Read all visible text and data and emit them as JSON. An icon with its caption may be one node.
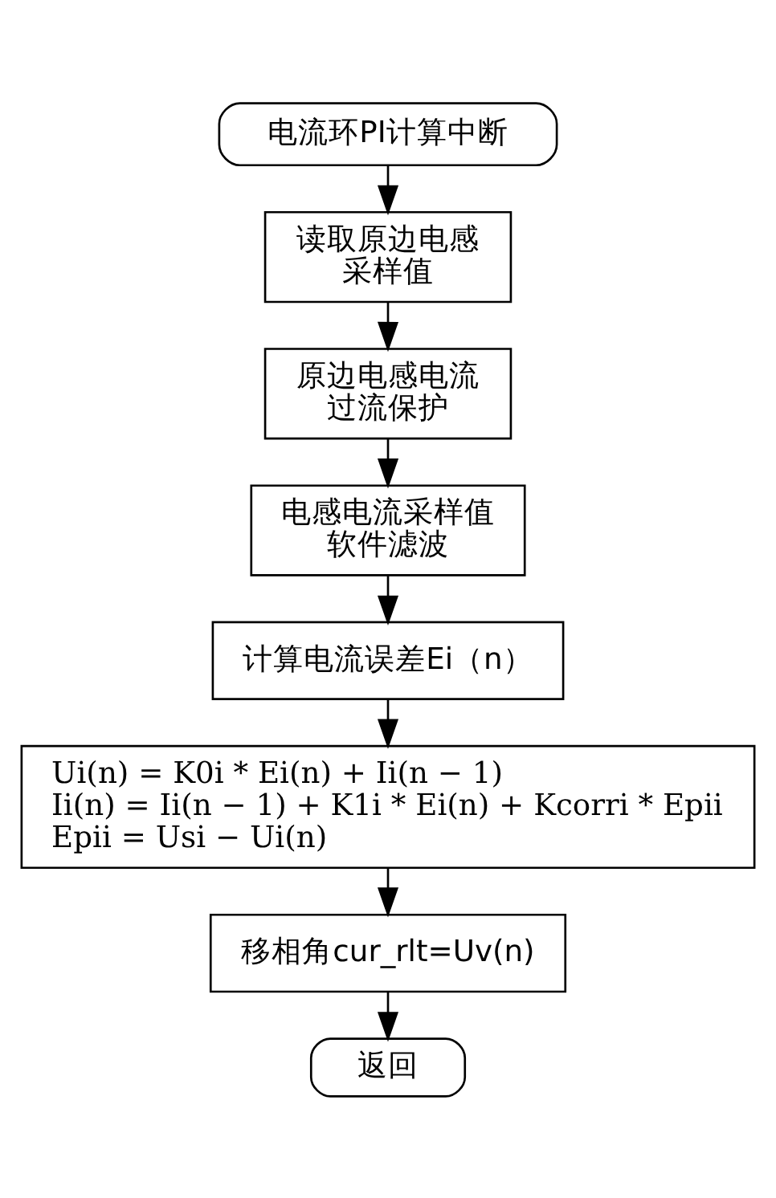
{
  "diagram": {
    "nodes": [
      {
        "text": [
          "电流环PI计算中断"
        ]
      },
      {
        "text": [
          "读取原边电感采样值"
        ]
      },
      {
        "text": [
          "原边电感电流过流保护"
        ]
      },
      {
        "text": [
          "电感电流采样值软件滤波"
        ]
      },
      {
        "text": [
          "计算电流误差Ei（n）"
        ]
      },
      {
        "text": [
          "Ui(n) = K0i * Ei(n) + Ii(n − 1)",
          "Ii(n) = Ii(n − 1) + K1i * Ei(n) + Kcorri * Epii",
          "Epii = Usi − Ui(n)"
        ]
      },
      {
        "text": [
          "移相角cur_rlt=Uv(n)"
        ]
      },
      {
        "text": [
          "返回"
        ]
      }
    ],
    "edges": [
      {
        "from": 0,
        "to": 1,
        "arrow": "to"
      },
      {
        "from": 1,
        "to": 2,
        "arrow": "to"
      },
      {
        "from": 2,
        "to": 3,
        "arrow": "to"
      },
      {
        "from": 3,
        "to": 4,
        "arrow": "to"
      },
      {
        "from": 4,
        "to": 5,
        "arrow": "to"
      },
      {
        "from": 5,
        "to": 6,
        "arrow": "to"
      },
      {
        "from": 6,
        "to": 7,
        "arrow": "to"
      }
    ]
  }
}
